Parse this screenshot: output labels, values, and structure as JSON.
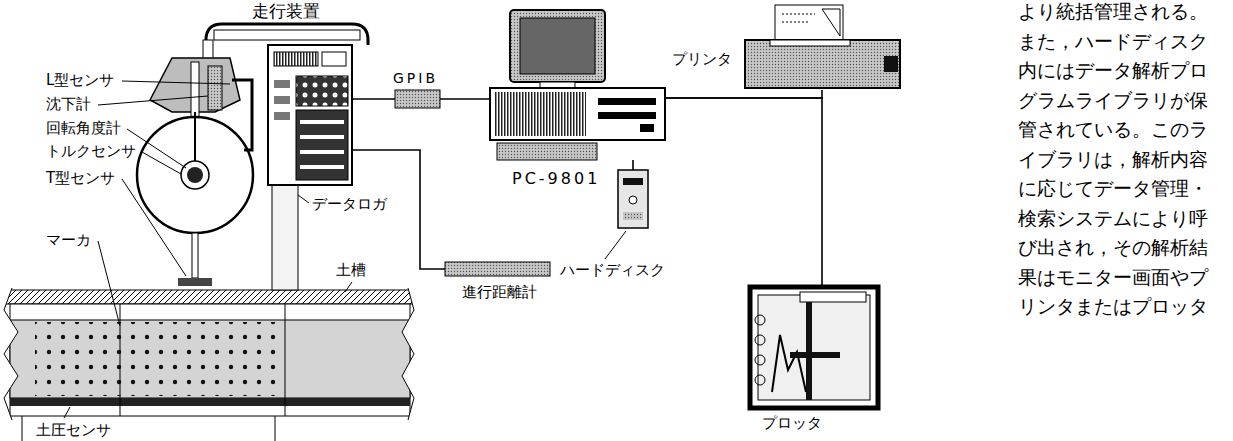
{
  "diagram": {
    "nodes": [
      {
        "text": [
          "データロガ"
        ]
      },
      {
        "text": [
          "GPIB"
        ]
      },
      {
        "text": [
          "PC-9801"
        ]
      },
      {
        "text": [
          "プリンタ"
        ]
      },
      {
        "text": [
          "ハードディスク"
        ]
      },
      {
        "text": [
          "進行距離計"
        ]
      },
      {
        "text": [
          "プロッタ"
        ]
      }
    ],
    "edges": [
      {
        "from": 0,
        "to": 1,
        "arrow": "none"
      },
      {
        "from": 1,
        "to": 2,
        "arrow": "none"
      },
      {
        "from": 2,
        "to": 3,
        "arrow": "none"
      },
      {
        "from": 2,
        "to": 6,
        "arrow": "none"
      },
      {
        "from": 2,
        "to": 4,
        "arrow": "none"
      },
      {
        "from": 5,
        "to": 0,
        "arrow": "none"
      }
    ],
    "labels": [
      "走行装置",
      "L型センサ",
      "沈下計",
      "回転角度計",
      "トルクセンサ",
      "T型センサ",
      "マーカ",
      "土槽",
      "土圧センサ",
      "より統括管理される。 また，ハードディスク 内にはデータ解析プロ グラムライブラリが保 管されている。このラ イブラリは，解析内容 に応じてデータ管理・ 検索システムにより呼 び出され，その解析結 果はモニター画面やプ リンタまたはプロッタ"
    ]
  }
}
